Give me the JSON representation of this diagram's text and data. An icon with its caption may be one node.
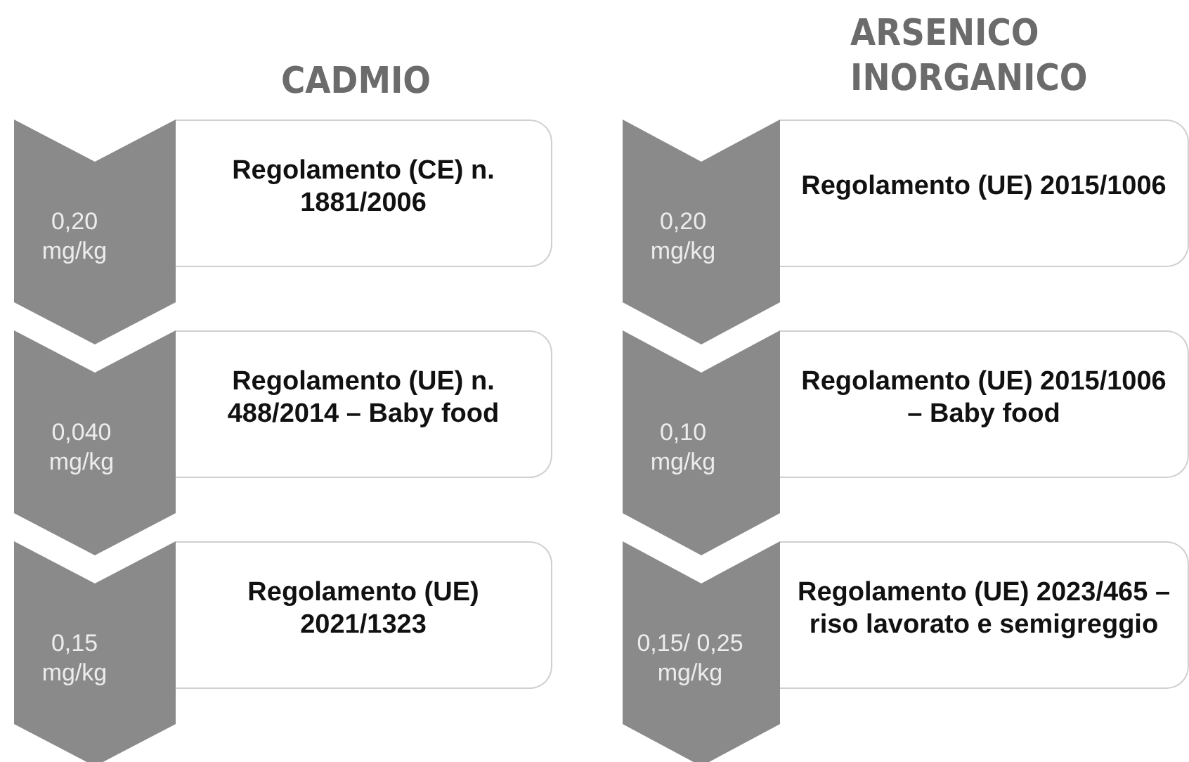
{
  "diagram": {
    "nodes": [
      {
        "text": [
          "0,20 mg/kg"
        ]
      },
      {
        "text": [
          "Regolamento (CE) n. 1881/2006"
        ]
      },
      {
        "text": [
          "0,040 mg/kg"
        ]
      },
      {
        "text": [
          "Regolamento (UE) n. 488/2014 – Baby food"
        ]
      },
      {
        "text": [
          "0,15 mg/kg"
        ]
      },
      {
        "text": [
          "Regolamento (UE) 2021/1323"
        ]
      },
      {
        "text": [
          "0,20 mg/kg"
        ]
      },
      {
        "text": [
          "Regolamento (UE) 2015/1006"
        ]
      },
      {
        "text": [
          "0,10 mg/kg"
        ]
      },
      {
        "text": [
          "Regolamento (UE) 2015/1006 – Baby food"
        ]
      },
      {
        "text": [
          "0,15/ 0,25 mg/kg"
        ]
      },
      {
        "text": [
          "Regolamento (UE) 2023/465 – riso lavorato e semigreggio"
        ]
      }
    ],
    "labels": [
      "CADMIO",
      "ARSENICO INORGANICO"
    ]
  }
}
